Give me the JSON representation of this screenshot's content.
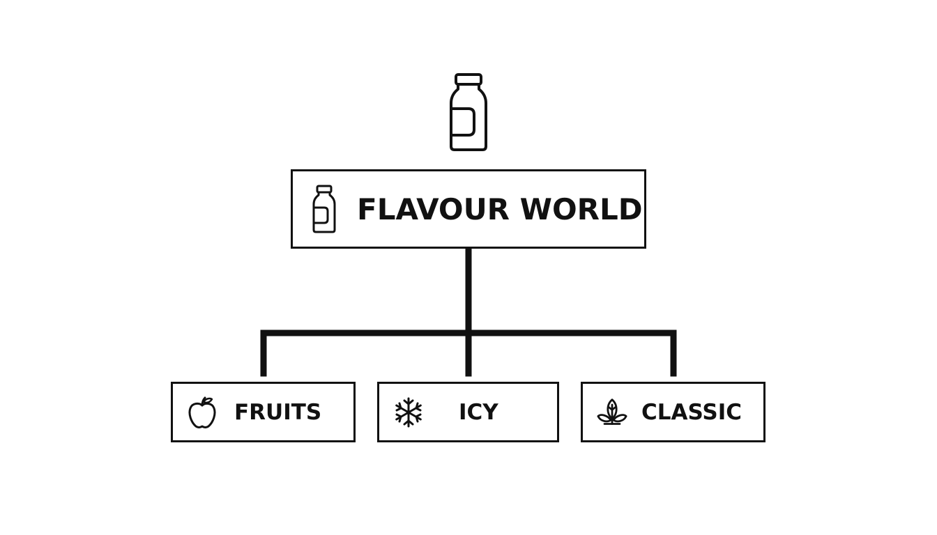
{
  "diagram": {
    "type": "hierarchy",
    "root": {
      "label": "FLAVOUR WORLD",
      "icon": "bottle-icon"
    },
    "header_icon": "bottle-icon",
    "children": [
      {
        "label": "FRUITS",
        "icon": "apple-icon"
      },
      {
        "label": "ICY",
        "icon": "snowflake-icon"
      },
      {
        "label": "CLASSIC",
        "icon": "leaves-icon"
      }
    ],
    "colors": {
      "stroke": "#111111",
      "background": "#ffffff"
    }
  }
}
